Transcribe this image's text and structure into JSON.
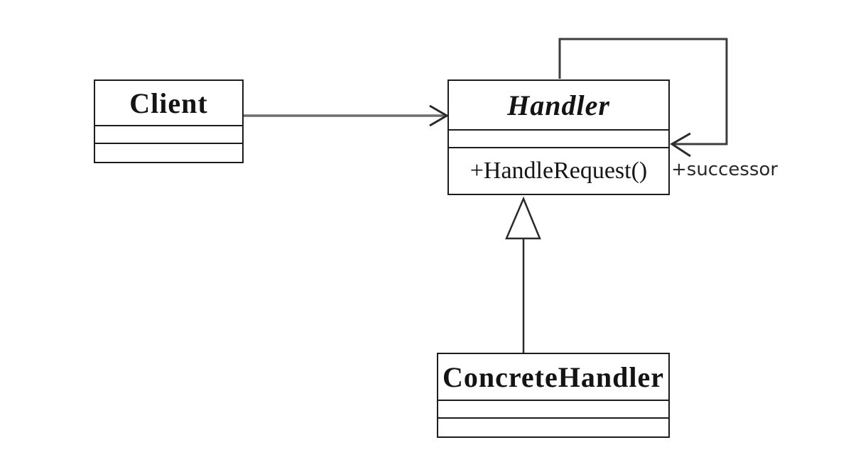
{
  "diagram": {
    "title": "Chain of Responsibility UML class diagram",
    "colors": {
      "background": "#ffffff",
      "box_border": "#1c1c1c",
      "text": "#141414",
      "association_line": "#6e6e6e",
      "loop_line": "#3d3d3d"
    },
    "classes": [
      {
        "id": "client",
        "name": "Client",
        "attributes": [],
        "methods": []
      },
      {
        "id": "handler",
        "name": "Handler",
        "attributes": [],
        "methods": [
          "+HandleRequest()"
        ]
      },
      {
        "id": "concrete-handler",
        "name": "ConcreteHandler",
        "attributes": [],
        "methods": []
      }
    ],
    "relationships": [
      {
        "from": "Client",
        "to": "Handler",
        "type": "association",
        "label": ""
      },
      {
        "from": "Handler",
        "to": "Handler",
        "type": "self-association",
        "label": "+successor"
      },
      {
        "from": "ConcreteHandler",
        "to": "Handler",
        "type": "generalization",
        "label": ""
      }
    ]
  }
}
